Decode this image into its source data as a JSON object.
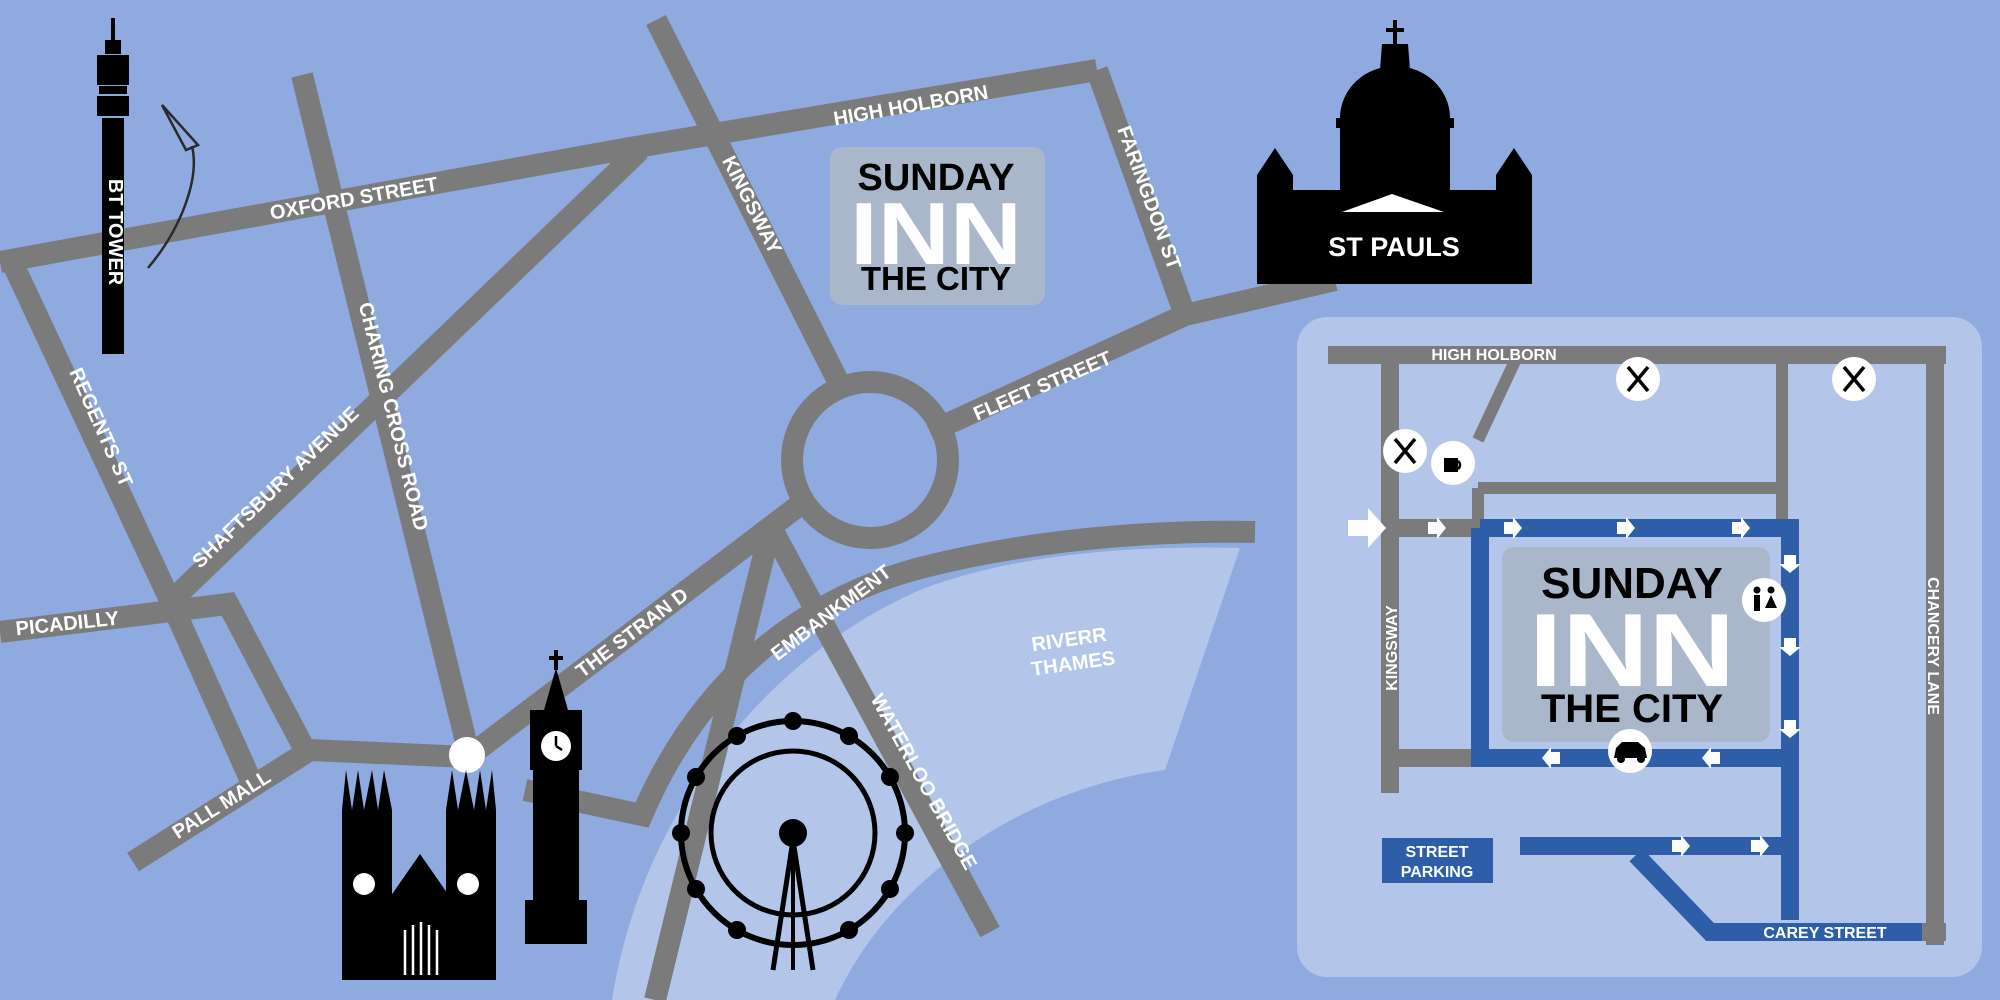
{
  "roads": {
    "oxford_street": "OXFORD STREET",
    "high_holborn": "HIGH HOLBORN",
    "kingsway": "KINGSWAY",
    "faringdon_st": "FARINGDON ST",
    "fleet_street": "FLEET STREET",
    "regents_st": "REGENTS ST",
    "charing_cross_road": "CHARING CROSS ROAD",
    "shaftsbury_avenue": "SHAFTSBURY AVENUE",
    "picadilly": "PICADILLY",
    "pall_mall": "PALL MALL",
    "the_strand": "THE STRAN D",
    "embankment": "EMBANKMENT",
    "waterloo_bridge": "WATERLOO BRIDGE"
  },
  "river": {
    "line1": "RIVERR",
    "line2": "THAMES"
  },
  "landmarks": {
    "bt_tower": "BT TOWER",
    "st_pauls": "ST PAULS"
  },
  "hotel": {
    "line1": "SUNDAY",
    "line2": "INN",
    "line3": "THE CITY"
  },
  "inset": {
    "high_holborn": "HIGH HOLBORN",
    "kingsway": "KINGSWAY",
    "chancery_lane": "CHANCERY LANE",
    "carey_street": "CAREY STREET",
    "parking_line1": "STREET",
    "parking_line2": "PARKING"
  },
  "icons": [
    "restaurant-icon",
    "cafe-icon",
    "toilets-icon",
    "car-icon",
    "entrance-arrow-icon",
    "one-way-arrow-icon"
  ],
  "colors": {
    "background": "#8eaadf",
    "road": "#7b7b7b",
    "river": "#b3c6ea",
    "inset_panel": "#b3c6ea",
    "route": "#2e5ea8",
    "hotel_box": "#aab6ca",
    "landmark": "#000000"
  }
}
